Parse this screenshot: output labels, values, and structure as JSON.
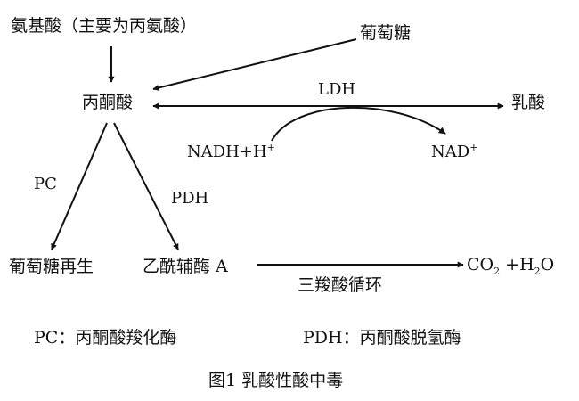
{
  "nodes": {
    "amino_acids": "氨基酸（主要为丙氨酸）",
    "glucose": "葡萄糖",
    "pyruvate": "丙酮酸",
    "lactate": "乳酸",
    "nadh_base": "NADH+H",
    "nadh_sup": "+",
    "nad_base": "NAD",
    "nad_sup": "+",
    "gluconeogenesis": "葡萄糖再生",
    "acetyl_coa": "乙酰辅酶 A",
    "co2_c": "CO",
    "co2_sub": "2",
    "plus_h": " +H",
    "h2o_sub": "2",
    "h2o_o": "O"
  },
  "enzymes": {
    "ldh": "LDH",
    "pc": "PC",
    "pdh": "PDH",
    "tca": "三羧酸循环"
  },
  "legend": {
    "pc_def": "PC：丙酮酸羧化酶",
    "pdh_def": "PDH：丙酮酸脱氢酶"
  },
  "caption": "图1  乳酸性酸中毒"
}
